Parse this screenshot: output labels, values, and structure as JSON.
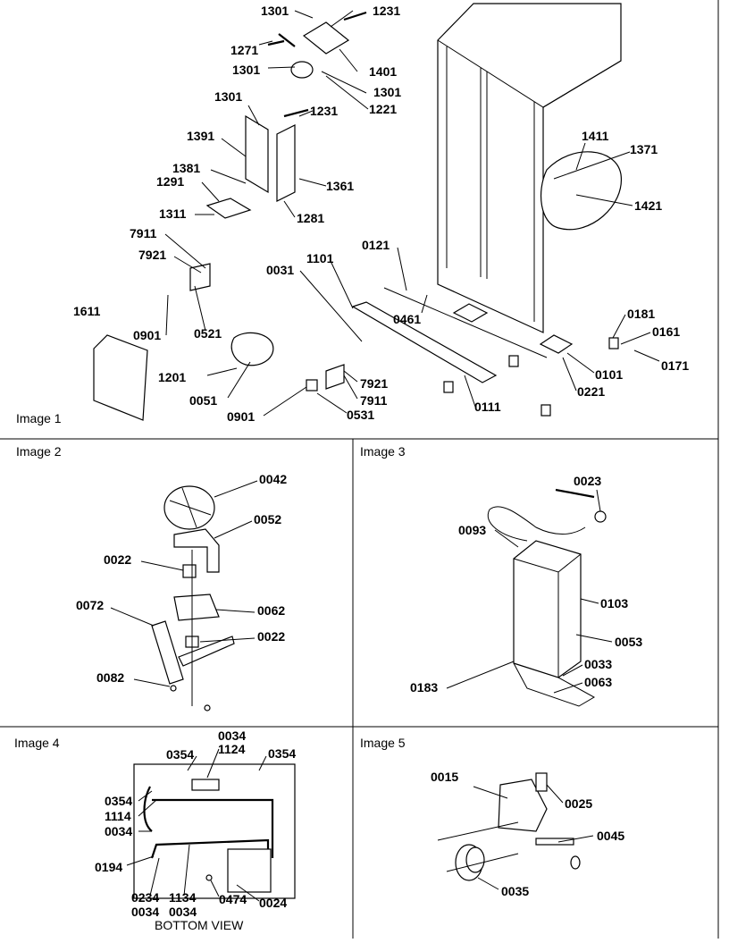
{
  "panels": [
    {
      "id": "image1",
      "title": "Image 1"
    },
    {
      "id": "image2",
      "title": "Image 2"
    },
    {
      "id": "image3",
      "title": "Image 3"
    },
    {
      "id": "image4",
      "title": "Image 4",
      "caption": "BOTTOM VIEW"
    },
    {
      "id": "image5",
      "title": "Image 5"
    }
  ],
  "callouts": {
    "image1": [
      "1301",
      "1231",
      "1271",
      "1401",
      "1301",
      "1301",
      "1221",
      "1301",
      "1231",
      "1391",
      "1411",
      "1371",
      "1381",
      "1361",
      "1291",
      "1421",
      "1311",
      "1281",
      "7911",
      "0121",
      "1101",
      "7921",
      "0031",
      "1611",
      "0461",
      "0181",
      "0901",
      "0521",
      "0161",
      "0171",
      "1201",
      "0101",
      "7921",
      "0051",
      "7911",
      "0221",
      "0901",
      "0531",
      "0111"
    ],
    "image2": [
      "0042",
      "0052",
      "0022",
      "0072",
      "0062",
      "0022",
      "0082"
    ],
    "image3": [
      "0023",
      "0093",
      "0103",
      "0053",
      "0033",
      "0183",
      "0063"
    ],
    "image4": [
      "0034",
      "1124",
      "0354",
      "0354",
      "0354",
      "1114",
      "0034",
      "0194",
      "0234",
      "1134",
      "0474",
      "0024",
      "0034",
      "0034"
    ],
    "image5": [
      "0015",
      "0025",
      "0045",
      "0035"
    ]
  }
}
